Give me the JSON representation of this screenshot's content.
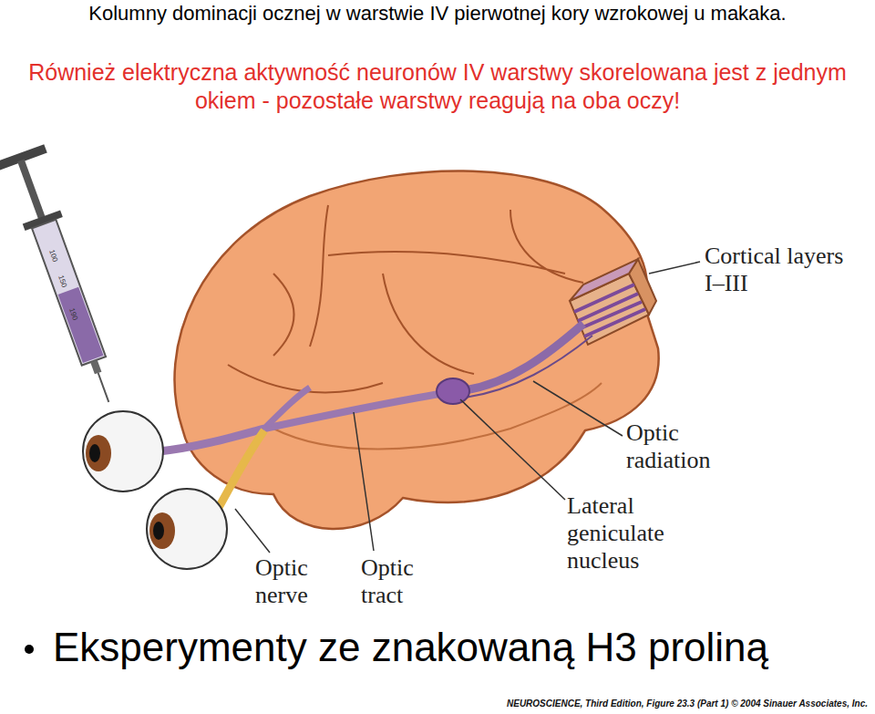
{
  "diagram": {
    "title": "Kolumny dominacji ocznej w warstwie IV pierwotnej kory wzrokowej u makaka.",
    "labels": [
      "Również elektryczna aktywność neuronów IV warstwy skorelowana jest z jednym okiem - pozostałe warstwy reagują na oba oczy!",
      "Cortical layers I–III",
      "Optic radiation",
      "Lateral geniculate nucleus",
      "Optic nerve",
      "Optic tract",
      "Eksperymenty ze znakowaną H3 proliną",
      "100",
      "150",
      "190",
      "NEUROSCIENCE, Third Edition, Figure 23.3 (Part 1) © 2004 Sinauer Associates, Inc."
    ]
  }
}
